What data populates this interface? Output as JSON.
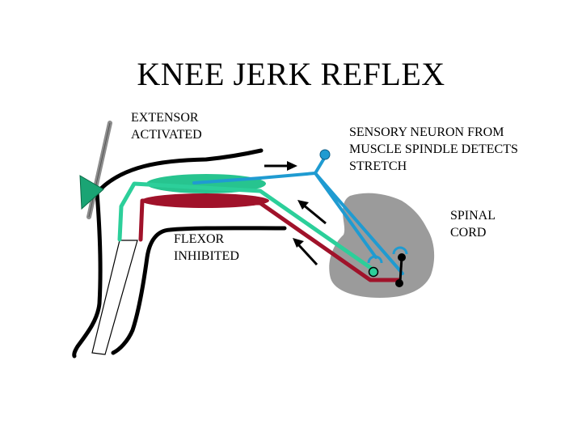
{
  "title": "KNEE JERK REFLEX",
  "labels": {
    "extensor": "EXTENSOR\nACTIVATED",
    "flexor": "FLEXOR\nINHIBITED",
    "sensory": "SENSORY NEURON FROM\nMUSCLE SPINDLE DETECTS\nSTRETCH",
    "spinal_cord": "SPINAL\nCORD"
  },
  "colors": {
    "sensory_neuron": "#1f9bd1",
    "motor_neuron_extensor": "#2ccf9a",
    "motor_neuron_flexor": "#a0122a",
    "extensor_muscle": "#27c48f",
    "flexor_muscle": "#a0122a",
    "spinal_cord": "#9b9b9b",
    "hammer": "#1aa474",
    "hammer_handle": "#8c8c8c",
    "outline": "#000000"
  }
}
